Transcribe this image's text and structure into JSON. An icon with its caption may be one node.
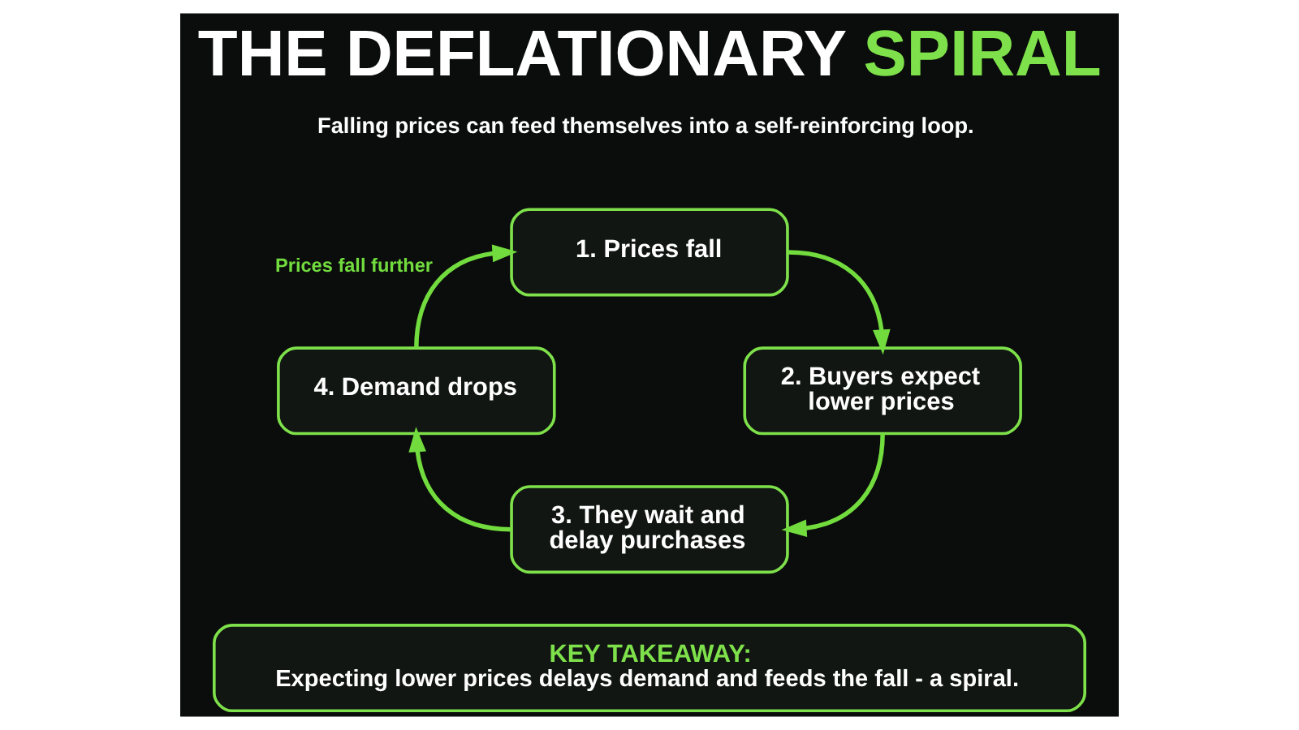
{
  "diagram": {
    "title": "THE DEFLATIONARY SPIRAL",
    "nodes": [
      {
        "text": [
          "1. Prices fall"
        ]
      },
      {
        "text": [
          "2. Buyers expect lower prices"
        ]
      },
      {
        "text": [
          "3. They wait and delay purchases"
        ]
      },
      {
        "text": [
          "4. Demand drops"
        ]
      },
      {
        "text": [
          "KEY TAKEAWAY:",
          "Expecting lower prices delays demand and feeds the fall - a spiral."
        ]
      }
    ],
    "edges": [
      {
        "from": 0,
        "to": 1,
        "arrow": "to"
      },
      {
        "from": 1,
        "to": 2,
        "arrow": "to"
      },
      {
        "from": 2,
        "to": 3,
        "arrow": "to"
      },
      {
        "from": 3,
        "to": 0,
        "arrow": "to",
        "label": "Prices fall further"
      }
    ],
    "labels": [
      "Falling prices can feed themselves into a self-reinforcing loop."
    ]
  }
}
